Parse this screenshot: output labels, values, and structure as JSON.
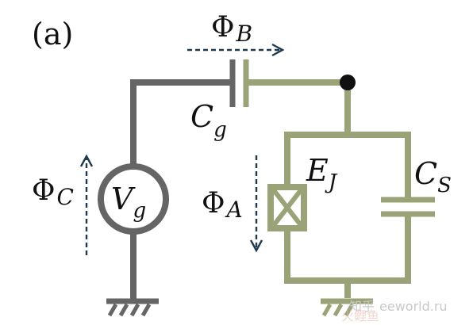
{
  "panel_label": "(a)",
  "labels": {
    "phi": "Φ",
    "phi_b_sub": "B",
    "phi_a_sub": "A",
    "phi_c_sub": "C",
    "cg_main": "C",
    "cg_sub": "g",
    "ej_main": "E",
    "ej_sub": "J",
    "cs_main": "C",
    "cs_sub": "S",
    "vg_main": "V",
    "vg_sub": "g"
  },
  "watermark": {
    "cn": "知乎",
    "site": "eeworld.ru",
    "logo": "火鲤鱼"
  },
  "colors": {
    "gray_wire": "#656565",
    "green_wire": "#9aa377",
    "dot": "#111111",
    "flux_arrow": "#1f3a4d",
    "watermark": "#c9c9c9",
    "watermark_logo": "#e7b7aa"
  }
}
